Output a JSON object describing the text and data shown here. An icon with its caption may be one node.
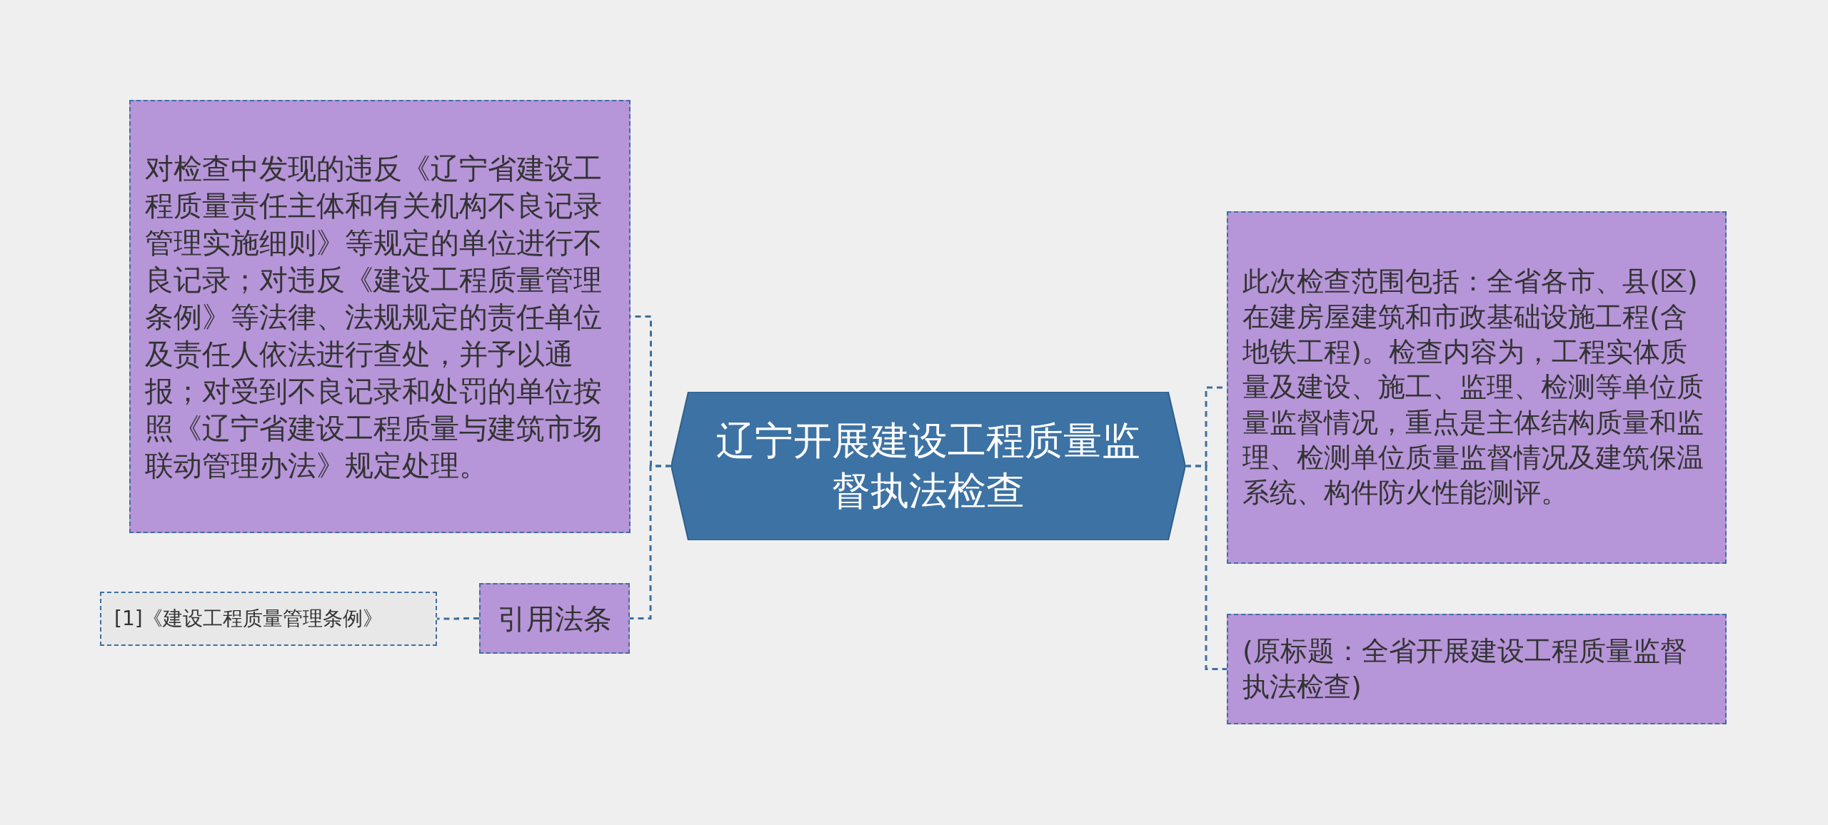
{
  "diagram": {
    "nodes": [
      {
        "text": [
          "辽宁开展建设工程质量监督执法检查"
        ]
      },
      {
        "text": [
          "对检查中发现的违反《辽宁省建设工程质量责任主体和有关机构不良记录管理实施细则》等规定的单位进行不良记录；对违反《建设工程质量管理条例》等法律、法规规定的责任单位及责任人依法进行查处，并予以通报；对受到不良记录和处罚的单位按照《辽宁省建设工程质量与建筑市场联动管理办法》规定处理。"
        ]
      },
      {
        "text": [
          "引用法条"
        ]
      },
      {
        "text": [
          "[1]《建设工程质量管理条例》"
        ]
      },
      {
        "text": [
          "此次检查范围包括：全省各市、县(区)在建房屋建筑和市政基础设施工程(含地铁工程)。检查内容为，工程实体质量及建设、施工、监理、检测等单位质量监督情况，重点是主体结构质量和监理、检测单位质量监督情况及建筑保温系统、构件防火性能测评。"
        ]
      },
      {
        "text": [
          "(原标题：全省开展建设工程质量监督执法检查)"
        ]
      }
    ],
    "edges": [
      {
        "from": 0,
        "to": 1,
        "arrow": "none",
        "style": "dashed"
      },
      {
        "from": 0,
        "to": 2,
        "arrow": "none",
        "style": "dashed"
      },
      {
        "from": 2,
        "to": 3,
        "arrow": "none",
        "style": "dashed"
      },
      {
        "from": 0,
        "to": 4,
        "arrow": "none",
        "style": "dashed"
      },
      {
        "from": 0,
        "to": 5,
        "arrow": "none",
        "style": "dashed"
      }
    ]
  }
}
